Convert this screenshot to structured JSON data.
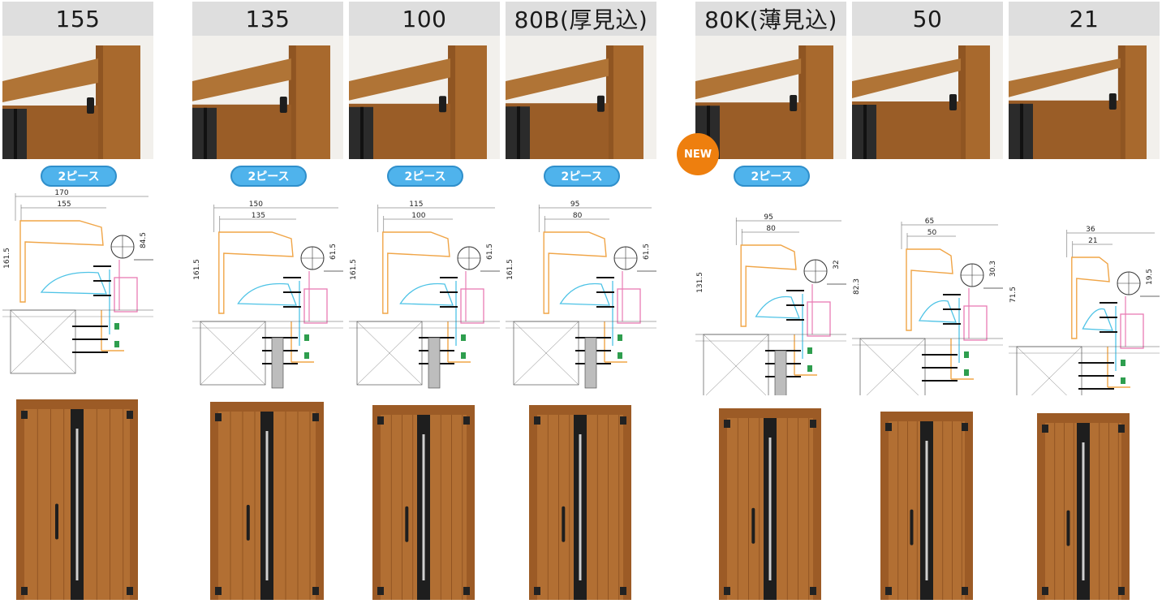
{
  "new_badge": "NEW",
  "colors": {
    "frame_wood": "#a8692d",
    "badge_blue": "#4fb3ec",
    "new_orange": "#ee7f0e",
    "header_gray": "#dedede",
    "frame_orange_line": "#f0a547",
    "door_cyan_line": "#4ec3e6",
    "seal_pink_line": "#e97bb4"
  },
  "products": [
    {
      "label": "155",
      "badge": "2ピース",
      "dimensions": {
        "outer_width": "170",
        "inner_width": "155",
        "height": "161.5",
        "hinge": "84.5"
      }
    },
    {
      "label": "135",
      "badge": "2ピース",
      "dimensions": {
        "outer_width": "150",
        "inner_width": "135",
        "height": "161.5",
        "hinge": "61.5"
      }
    },
    {
      "label": "100",
      "badge": "2ピース",
      "dimensions": {
        "outer_width": "115",
        "inner_width": "100",
        "height": "161.5",
        "hinge": "61.5"
      }
    },
    {
      "label": "80B(厚見込)",
      "badge": "2ピース",
      "dimensions": {
        "outer_width": "95",
        "inner_width": "80",
        "height": "161.5",
        "hinge": "61.5"
      }
    },
    {
      "label": "80K(薄見込)",
      "badge": "2ピース",
      "dimensions": {
        "outer_width": "95",
        "inner_width": "80",
        "height": "131.5",
        "hinge": "32"
      }
    },
    {
      "label": "50",
      "badge": "",
      "dimensions": {
        "outer_width": "65",
        "inner_width": "50",
        "height": "82.3",
        "hinge": "30.3"
      }
    },
    {
      "label": "21",
      "badge": "",
      "dimensions": {
        "outer_width": "36",
        "inner_width": "21",
        "height": "71.5",
        "hinge": "19.5"
      }
    }
  ]
}
